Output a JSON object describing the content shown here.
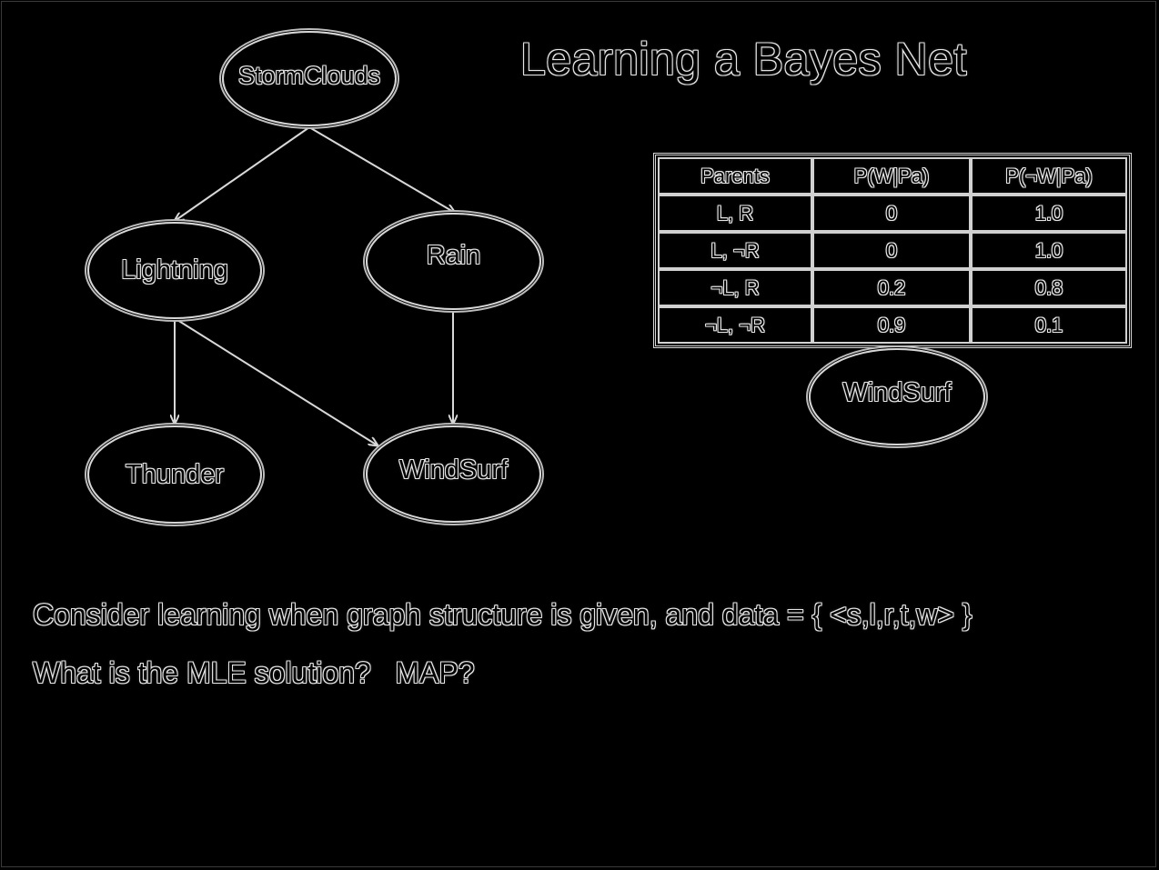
{
  "title": "Learning a Bayes Net",
  "graph": {
    "nodes": {
      "stormclouds": "StormClouds",
      "lightning": "Lightning",
      "rain": "Rain",
      "thunder": "Thunder",
      "windsurf": "WindSurf"
    },
    "edges": [
      [
        "StormClouds",
        "Lightning"
      ],
      [
        "StormClouds",
        "Rain"
      ],
      [
        "Lightning",
        "Thunder"
      ],
      [
        "Lightning",
        "WindSurf"
      ],
      [
        "Rain",
        "WindSurf"
      ]
    ]
  },
  "cpt": {
    "headers": [
      "Parents",
      "P(W|Pa)",
      "P(¬W|Pa)"
    ],
    "rows": [
      [
        "L, R",
        "0",
        "1.0"
      ],
      [
        "L, ¬R",
        "0",
        "1.0"
      ],
      [
        "¬L, R",
        "0.2",
        "0.8"
      ],
      [
        "¬L, ¬R",
        "0.9",
        "0.1"
      ]
    ],
    "node_label": "WindSurf"
  },
  "text": {
    "line1": "Consider learning when graph structure is given, and data = { <s,l,r,t,w> }",
    "line2": "What is the MLE solution?   MAP?"
  },
  "colors": {
    "background": "#000000",
    "stroke": "#d8d8d8"
  }
}
